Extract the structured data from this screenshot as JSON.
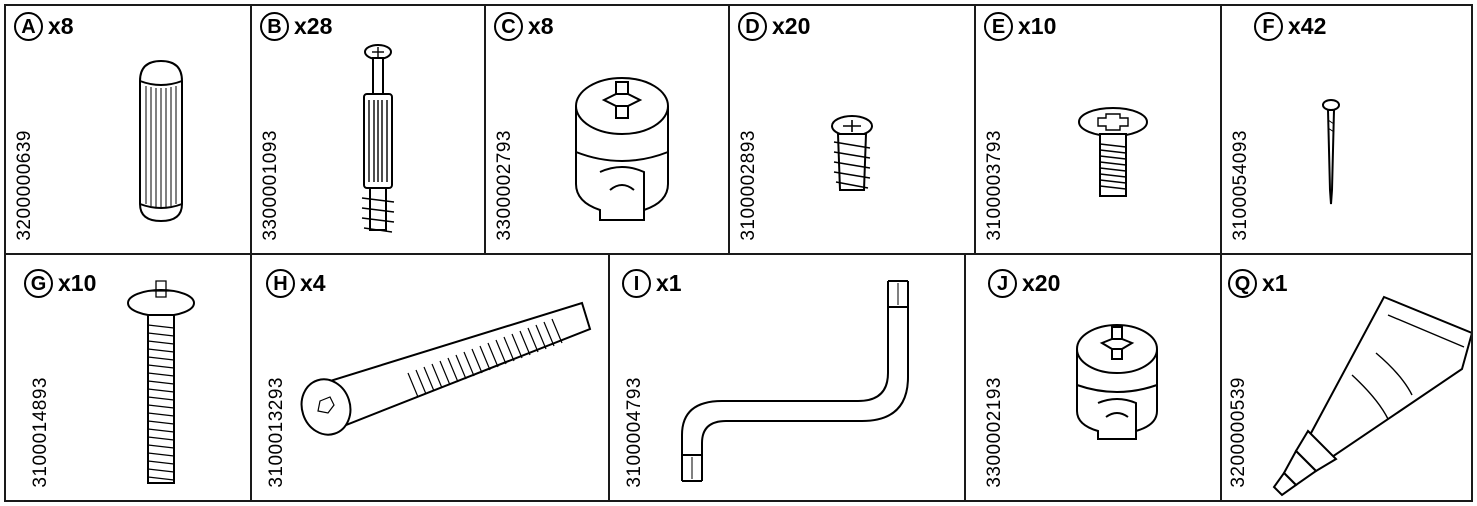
{
  "parts": [
    {
      "letter": "A",
      "qty": "x8",
      "code": "3200000639",
      "icon": "wooden-dowel-icon"
    },
    {
      "letter": "B",
      "qty": "x28",
      "code": "3300001093",
      "icon": "connector-bolt-icon"
    },
    {
      "letter": "C",
      "qty": "x8",
      "code": "3300002793",
      "icon": "cam-lock-icon"
    },
    {
      "letter": "D",
      "qty": "x20",
      "code": "3100002893",
      "icon": "euro-screw-icon"
    },
    {
      "letter": "E",
      "qty": "x10",
      "code": "3100003793",
      "icon": "short-screw-icon"
    },
    {
      "letter": "F",
      "qty": "x42",
      "code": "3100054093",
      "icon": "nail-icon"
    },
    {
      "letter": "G",
      "qty": "x10",
      "code": "3100014893",
      "icon": "long-screw-icon"
    },
    {
      "letter": "H",
      "qty": "x4",
      "code": "3100013293",
      "icon": "hex-bolt-icon"
    },
    {
      "letter": "I",
      "qty": "x1",
      "code": "3100004793",
      "icon": "allen-key-icon"
    },
    {
      "letter": "J",
      "qty": "x20",
      "code": "3300002193",
      "icon": "cam-lock-icon"
    },
    {
      "letter": "Q",
      "qty": "x1",
      "code": "3200000539",
      "icon": "glue-tube-icon"
    }
  ]
}
